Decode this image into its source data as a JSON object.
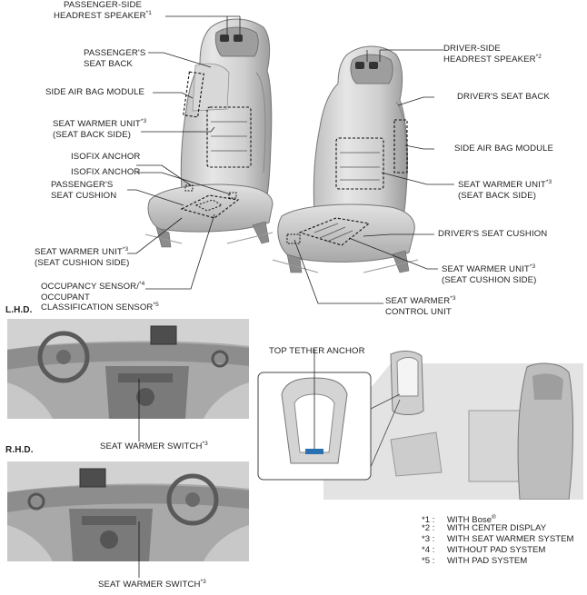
{
  "labels": {
    "passenger_headrest_speaker": {
      "lines": [
        "PASSENGER-SIDE",
        "HEADREST SPEAKER"
      ],
      "note": "*1"
    },
    "passenger_seat_back": {
      "lines": [
        "PASSENGER'S",
        "SEAT BACK"
      ]
    },
    "side_air_bag_module_left": {
      "lines": [
        "SIDE AIR BAG MODULE"
      ]
    },
    "seat_warmer_unit_back_left": {
      "lines": [
        "SEAT WARMER UNIT",
        "(SEAT BACK SIDE)"
      ],
      "note": "*3"
    },
    "isofix_anchor_1": {
      "lines": [
        "ISOFIX ANCHOR"
      ]
    },
    "isofix_anchor_2": {
      "lines": [
        "ISOFIX ANCHOR"
      ]
    },
    "passenger_seat_cushion": {
      "lines": [
        "PASSENGER'S",
        "SEAT CUSHION"
      ]
    },
    "seat_warmer_unit_cushion_left": {
      "lines": [
        "SEAT WARMER UNIT",
        "(SEAT CUSHION SIDE)"
      ],
      "note": "*3"
    },
    "occupancy_sensor": {
      "lines": [
        "OCCUPANCY SENSOR/",
        "OCCUPANT",
        "CLASSIFICATION SENSOR"
      ],
      "note1": "*4",
      "note2": "*5"
    },
    "driver_headrest_speaker": {
      "lines": [
        "DRIVER-SIDE",
        "HEADREST SPEAKER"
      ],
      "note": "*2"
    },
    "driver_seat_back": {
      "lines": [
        "DRIVER'S SEAT BACK"
      ]
    },
    "side_air_bag_module_right": {
      "lines": [
        "SIDE AIR BAG MODULE"
      ]
    },
    "seat_warmer_unit_back_right": {
      "lines": [
        "SEAT WARMER UNIT",
        "(SEAT BACK SIDE)"
      ],
      "note": "*3"
    },
    "driver_seat_cushion": {
      "lines": [
        "DRIVER'S  SEAT CUSHION"
      ]
    },
    "seat_warmer_unit_cushion_right": {
      "lines": [
        "SEAT WARMER UNIT",
        "(SEAT CUSHION SIDE)"
      ],
      "note": "*3"
    },
    "seat_warmer_control_unit": {
      "lines": [
        "SEAT WARMER",
        "CONTROL UNIT"
      ],
      "note": "*3"
    },
    "lhd": {
      "text": "L.H.D."
    },
    "rhd": {
      "text": "R.H.D."
    },
    "seat_warmer_switch_lhd": {
      "text": "SEAT WARMER SWITCH",
      "note": "*3"
    },
    "seat_warmer_switch_rhd": {
      "text": "SEAT WARMER SWITCH",
      "note": "*3"
    },
    "top_tether_anchor": {
      "text": "TOP TETHER ANCHOR"
    }
  },
  "notes": [
    {
      "key": "*1 :",
      "text": "WITH Bose",
      "mark": "®"
    },
    {
      "key": "*2 :",
      "text": "WITH CENTER DISPLAY"
    },
    {
      "key": "*3 :",
      "text": "WITH SEAT WARMER SYSTEM"
    },
    {
      "key": "*4 :",
      "text": "WITHOUT PAD SYSTEM"
    },
    {
      "key": "*5 :",
      "text": "WITH PAD SYSTEM"
    }
  ]
}
